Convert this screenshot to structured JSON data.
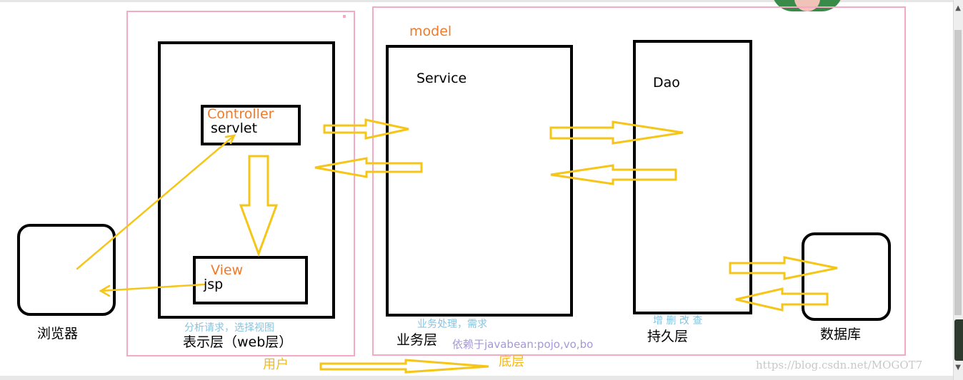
{
  "diagram": {
    "browser_label": "浏览器",
    "presentation_label": "表示层（web层）",
    "presentation_note": "分析请求，选择视图",
    "controller_label": "Controller",
    "servlet_label": "servlet",
    "view_label": "View",
    "jsp_label": "jsp",
    "model_label": "model",
    "service_label": "Service",
    "service_note": "业务处理，需求",
    "business_label": "业务层",
    "dependency_note": "依赖于javabean:pojo,vo,bo",
    "dao_label": "Dao",
    "dao_note": "增 删 改 查",
    "persistence_label": "持久层",
    "database_label": "数据库",
    "user_label": "用户",
    "bottom_label": "底层",
    "watermark": "https://blog.csdn.net/MOGOT7"
  },
  "colors": {
    "pink_border": "#f4a9c4",
    "arrow_yellow": "#f5c518",
    "orange_label": "#f07a2a",
    "blue_note": "#86c3e0",
    "purple_note": "#a598d6"
  }
}
